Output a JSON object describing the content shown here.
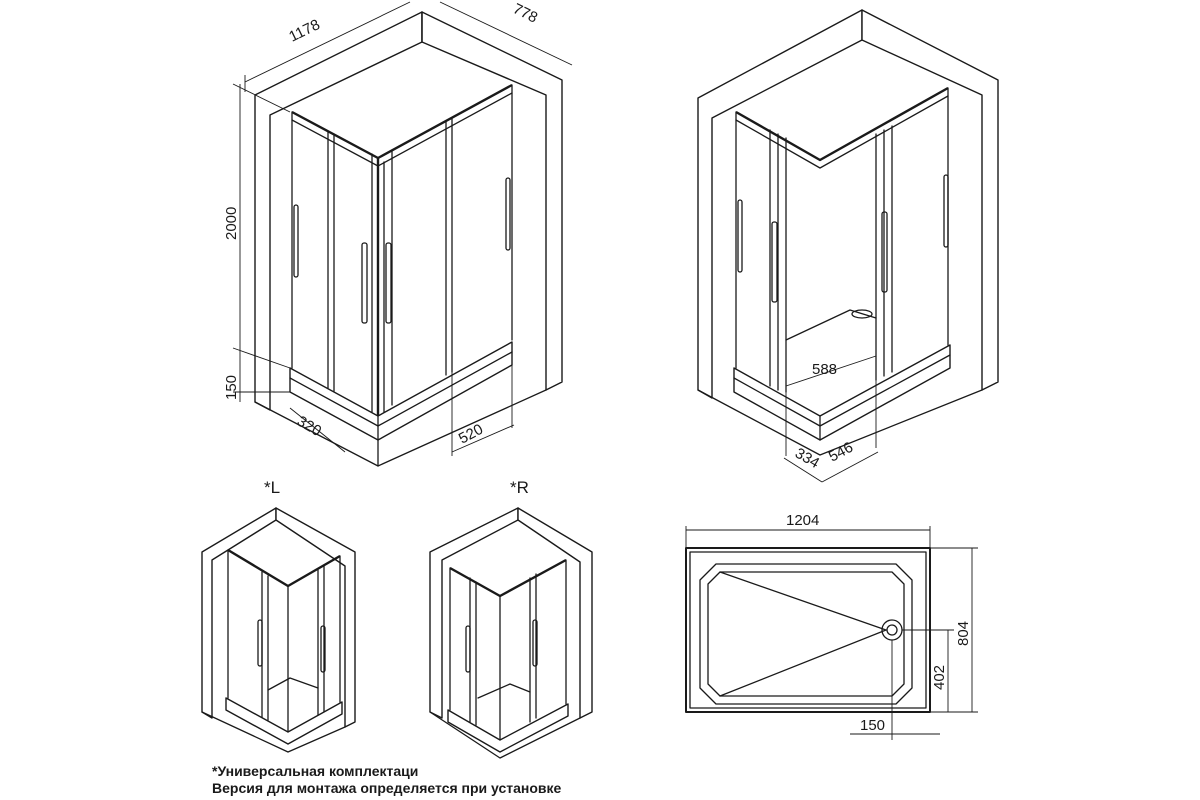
{
  "dimensions": {
    "width": "1178",
    "depth": "778",
    "height": "2000",
    "tray_height": "150",
    "entry_short": "320",
    "entry_long": "520",
    "inner_width": "588",
    "inner_short": "334",
    "inner_long": "546",
    "tray_length": "1204",
    "tray_width": "804",
    "drain_from_edge": "402",
    "drain_from_side": "150"
  },
  "variants": {
    "left": "*L",
    "right": "*R"
  },
  "notes": [
    "*Универсальная комплектаци",
    "Версия для монтажа определяется при установке"
  ]
}
